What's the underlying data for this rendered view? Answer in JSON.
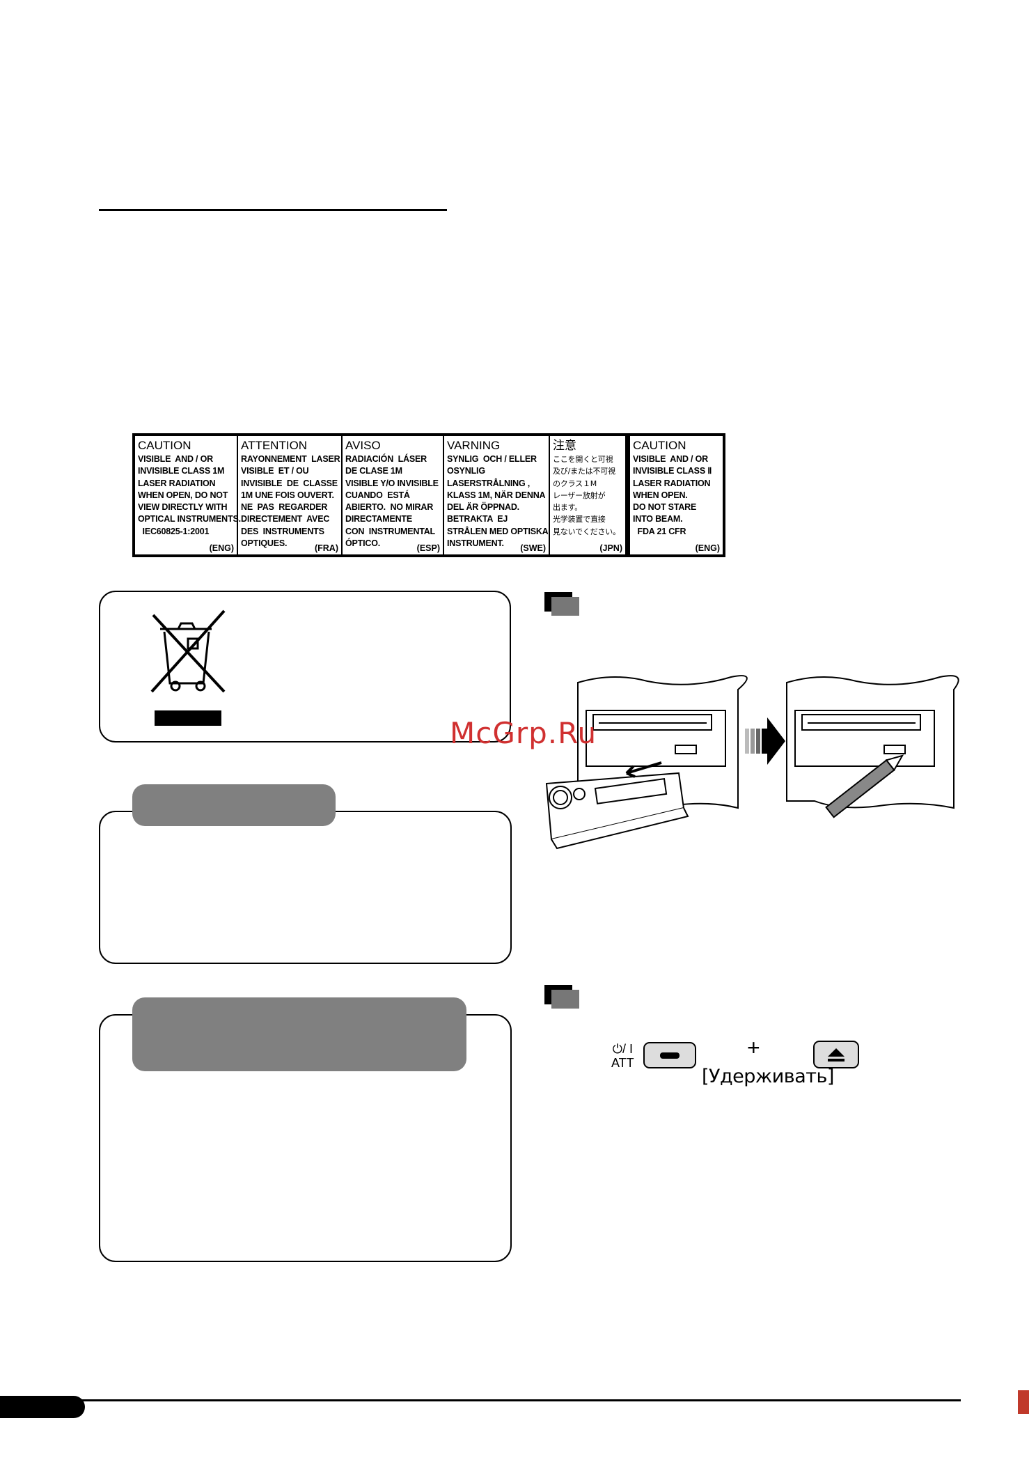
{
  "caution_label": {
    "columns": [
      {
        "heading": "CAUTION",
        "body": "VISIBLE  AND / OR\nINVISIBLE CLASS 1M\nLASER RADIATION\nWHEN OPEN, DO NOT\nVIEW DIRECTLY WITH\nOPTICAL INSTRUMENTS.\n  IEC60825-1:2001",
        "tag": "(ENG)"
      },
      {
        "heading": "ATTENTION",
        "body": "RAYONNEMENT  LASER\nVISIBLE  ET / OU\nINVISIBLE  DE  CLASSE\n1M UNE FOIS OUVERT.\nNE  PAS  REGARDER\nDIRECTEMENT  AVEC\nDES  INSTRUMENTS\nOPTIQUES.",
        "tag": "(FRA)"
      },
      {
        "heading": "AVISO",
        "body": "RADIACIÓN  LÁSER\nDE CLASE 1M\nVISIBLE Y/O INVISIBLE\nCUANDO  ESTÁ\nABIERTO.  NO MIRAR\nDIRECTAMENTE\nCON  INSTRUMENTAL\nÓPTICO.",
        "tag": "(ESP)"
      },
      {
        "heading": "VARNING",
        "body": "SYNLIG  OCH / ELLER\nOSYNLIG\nLASERSTRÅLNING ,\nKLASS 1M, NÄR DENNA\nDEL ÄR ÖPPNAD.\nBETRAKTA  EJ\nSTRÅLEN MED OPTISKA\nINSTRUMENT.",
        "tag": "(SWE)"
      },
      {
        "heading": "注意",
        "body": "ここを開くと可視\n及び/または不可視\nのクラス１M\nレーザー放射が\n出ます。\n光学装置で直接\n見ないでください。",
        "tag": "(JPN)"
      },
      {
        "heading": "CAUTION",
        "body": "VISIBLE  AND / OR\nINVISIBLE CLASS Ⅱ\nLASER RADIATION\nWHEN OPEN.\nDO NOT STARE\nINTO BEAM.\n  FDA 21 CFR",
        "tag": "(ENG)"
      }
    ]
  },
  "watermark": "McGrp.Ru",
  "controls": {
    "power_symbol": "⏻/ I",
    "att_label": "ATT",
    "plus": "+",
    "hold_label": "[Удерживать]"
  },
  "icons": [
    "crossed-out-bin-icon",
    "arrow-right-icon",
    "eject-icon"
  ],
  "colors": {
    "tab_gray": "#808080",
    "marker_gray": "#777777",
    "watermark": "#d03030"
  }
}
